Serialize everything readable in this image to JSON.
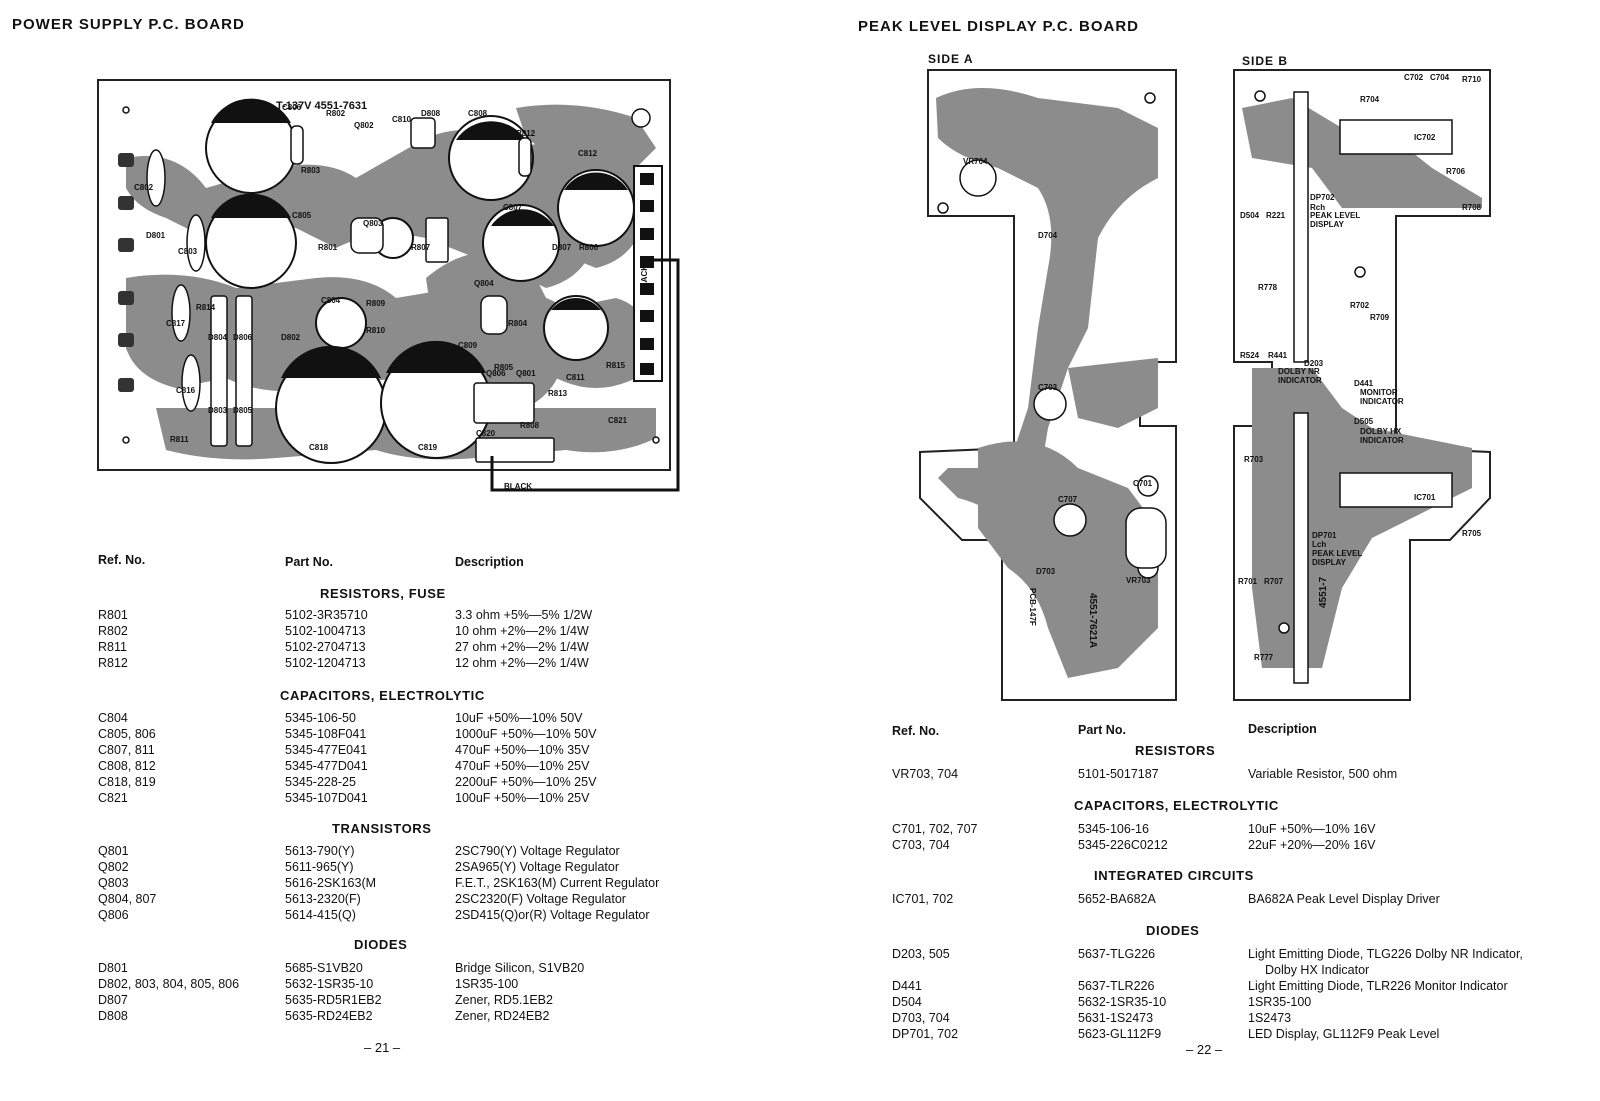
{
  "left": {
    "title": "POWER SUPPLY P.C. BOARD",
    "board": {
      "stamp": "T-137V 4551-7631",
      "wire_label_1": "BLACK",
      "wire_label_2": "BLACK",
      "labels": [
        "C806",
        "R802",
        "Q802",
        "C810",
        "D808",
        "C808",
        "R812",
        "C812",
        "R803",
        "C802",
        "C805",
        "Q803",
        "R801",
        "R807",
        "C807",
        "D807",
        "R806",
        "D801",
        "C803",
        "C804",
        "R809",
        "R810",
        "D802",
        "Q804",
        "R804",
        "C809",
        "R805",
        "C811",
        "C817",
        "R814",
        "D804",
        "D806",
        "D803",
        "D805",
        "C816",
        "R811",
        "C818",
        "C819",
        "Q806",
        "Q801",
        "R808",
        "R813",
        "C820",
        "C821",
        "R815"
      ]
    },
    "table": {
      "headers": {
        "ref": "Ref. No.",
        "part": "Part No.",
        "desc": "Description"
      },
      "sections": [
        {
          "title": "RESISTORS, FUSE",
          "rows": [
            {
              "ref": "R801",
              "part": "5102-3R35710",
              "desc": "3.3 ohm +5%—5% 1/2W"
            },
            {
              "ref": "R802",
              "part": "5102-1004713",
              "desc": "10 ohm +2%—2% 1/4W"
            },
            {
              "ref": "R811",
              "part": "5102-2704713",
              "desc": "27 ohm +2%—2% 1/4W"
            },
            {
              "ref": "R812",
              "part": "5102-1204713",
              "desc": "12 ohm +2%—2% 1/4W"
            }
          ]
        },
        {
          "title": "CAPACITORS, ELECTROLYTIC",
          "rows": [
            {
              "ref": "C804",
              "part": "5345-106-50",
              "desc": "10uF +50%—10% 50V"
            },
            {
              "ref": "C805, 806",
              "part": "5345-108F041",
              "desc": "1000uF +50%—10% 50V"
            },
            {
              "ref": "C807, 811",
              "part": "5345-477E041",
              "desc": "470uF +50%—10% 35V"
            },
            {
              "ref": "C808, 812",
              "part": "5345-477D041",
              "desc": "470uF +50%—10% 25V"
            },
            {
              "ref": "C818, 819",
              "part": "5345-228-25",
              "desc": "2200uF +50%—10% 25V"
            },
            {
              "ref": "C821",
              "part": "5345-107D041",
              "desc": "100uF +50%—10% 25V"
            }
          ]
        },
        {
          "title": "TRANSISTORS",
          "rows": [
            {
              "ref": "Q801",
              "part": "5613-790(Y)",
              "desc": "2SC790(Y)  Voltage Regulator"
            },
            {
              "ref": "Q802",
              "part": "5611-965(Y)",
              "desc": "2SA965(Y)  Voltage Regulator"
            },
            {
              "ref": "Q803",
              "part": "5616-2SK163(M",
              "desc": "F.E.T., 2SK163(M)  Current Regulator"
            },
            {
              "ref": "Q804, 807",
              "part": "5613-2320(F)",
              "desc": "2SC2320(F)  Voltage Regulator"
            },
            {
              "ref": "Q806",
              "part": "5614-415(Q)",
              "desc": "2SD415(Q)or(R)  Voltage Regulator"
            }
          ]
        },
        {
          "title": "DIODES",
          "rows": [
            {
              "ref": "D801",
              "part": "5685-S1VB20",
              "desc": "Bridge Silicon, S1VB20"
            },
            {
              "ref": "D802, 803, 804, 805, 806",
              "part": "5632-1SR35-10",
              "desc": "1SR35-100"
            },
            {
              "ref": "D807",
              "part": "5635-RD5R1EB2",
              "desc": "Zener, RD5.1EB2"
            },
            {
              "ref": "D808",
              "part": "5635-RD24EB2",
              "desc": "Zener, RD24EB2"
            }
          ]
        }
      ]
    },
    "page_number": "– 21 –"
  },
  "right": {
    "title": "PEAK LEVEL DISPLAY P.C. BOARD",
    "side_a": "SIDE A",
    "side_b": "SIDE B",
    "board_a_labels": [
      "VR704",
      "D704",
      "C703",
      "C707",
      "C701",
      "D703",
      "VR703",
      "4551-7621A",
      "PCB-147F"
    ],
    "board_b_labels": [
      "C702",
      "C704",
      "R710",
      "R704",
      "IC702",
      "DP702",
      "Rch",
      "PEAK LEVEL",
      "DISPLAY",
      "D504",
      "R221",
      "R706",
      "R708",
      "R778",
      "R702",
      "R709",
      "R524",
      "R441",
      "D203",
      "DOLBY NR",
      "INDICATOR",
      "D441",
      "MONITOR",
      "INDICATOR",
      "D505",
      "DOLBY HX",
      "INDICATOR",
      "R703",
      "IC701",
      "R705",
      "DP701",
      "Lch",
      "PEAK LEVEL",
      "DISPLAY",
      "R701",
      "R707",
      "R777",
      "4551-7"
    ],
    "table": {
      "headers": {
        "ref": "Ref. No.",
        "part": "Part No.",
        "desc": "Description"
      },
      "sections": [
        {
          "title": "RESISTORS",
          "rows": [
            {
              "ref": "VR703, 704",
              "part": "5101-5017187",
              "desc": "Variable Resistor, 500 ohm"
            }
          ]
        },
        {
          "title": "CAPACITORS, ELECTROLYTIC",
          "rows": [
            {
              "ref": "C701, 702, 707",
              "part": "5345-106-16",
              "desc": "10uF +50%—10% 16V"
            },
            {
              "ref": "C703, 704",
              "part": "5345-226C0212",
              "desc": "22uF +20%—20% 16V"
            }
          ]
        },
        {
          "title": "INTEGRATED CIRCUITS",
          "rows": [
            {
              "ref": "IC701, 702",
              "part": "5652-BA682A",
              "desc": "BA682A  Peak Level Display Driver"
            }
          ]
        },
        {
          "title": "DIODES",
          "rows": [
            {
              "ref": "D203, 505",
              "part": "5637-TLG226",
              "desc": "Light Emitting Diode, TLG226  Dolby NR Indicator,",
              "desc2": "Dolby HX Indicator"
            },
            {
              "ref": "D441",
              "part": "5637-TLR226",
              "desc": "Light Emitting Diode, TLR226  Monitor Indicator"
            },
            {
              "ref": "D504",
              "part": "5632-1SR35-10",
              "desc": "1SR35-100"
            },
            {
              "ref": "D703, 704",
              "part": "5631-1S2473",
              "desc": "1S2473"
            },
            {
              "ref": "DP701, 702",
              "part": "5623-GL112F9",
              "desc": "LED Display, GL112F9  Peak Level"
            }
          ]
        }
      ]
    },
    "page_number": "– 22 –"
  }
}
